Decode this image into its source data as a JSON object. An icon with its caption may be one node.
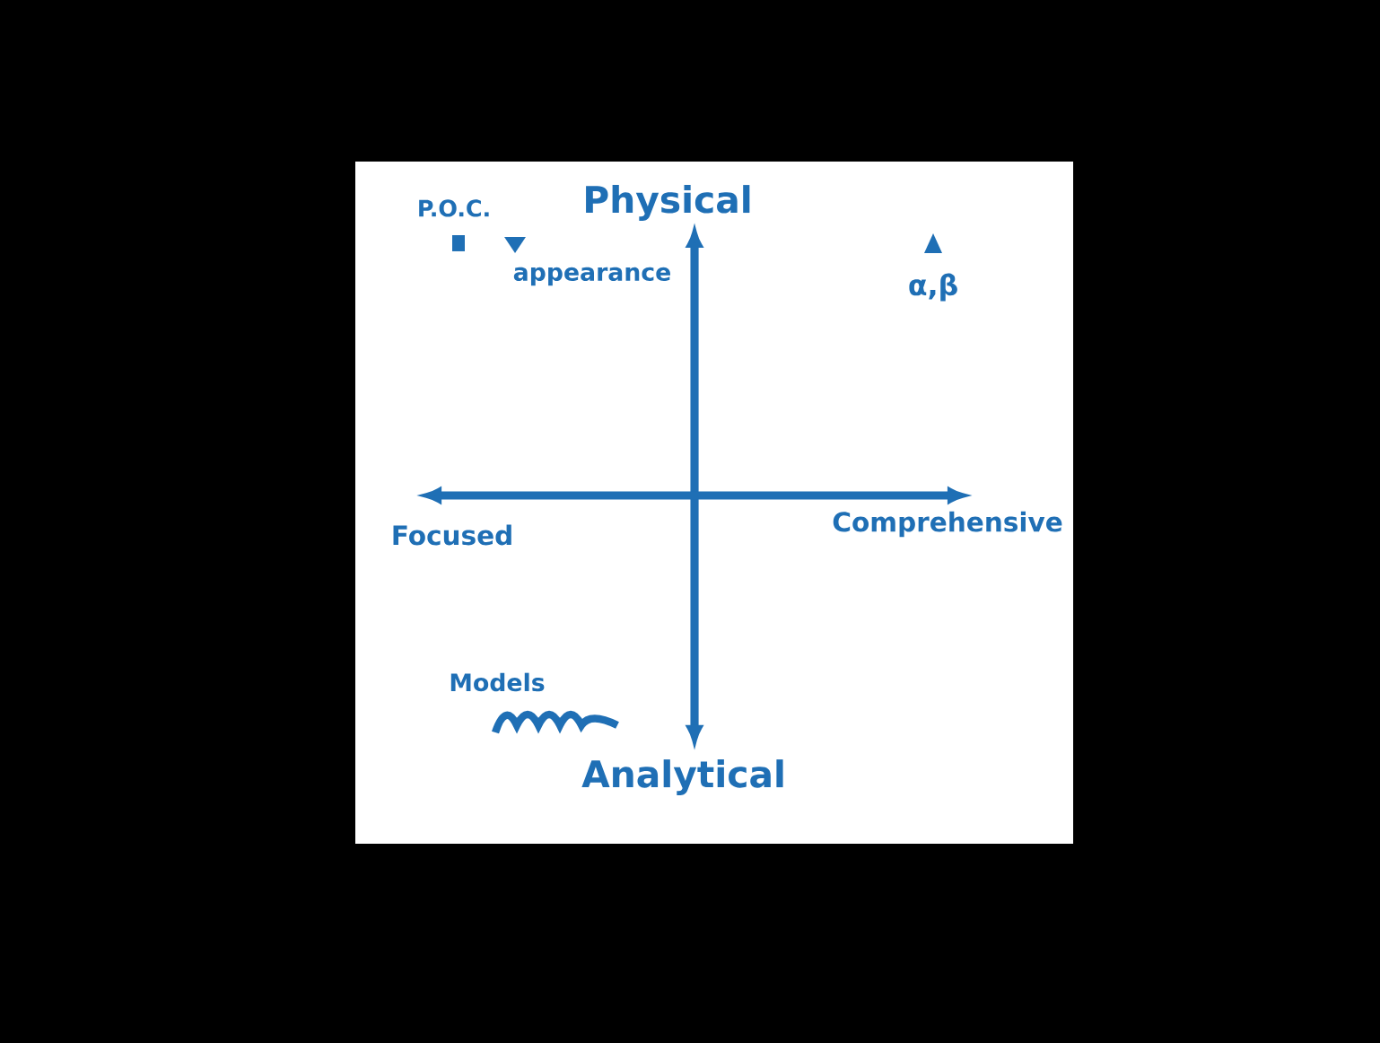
{
  "diagram": {
    "labels": [
      "P.O.C.",
      "Physical",
      "appearance",
      "α,β",
      "Focused",
      "Comprehensive",
      "Models",
      "Analytical"
    ]
  }
}
